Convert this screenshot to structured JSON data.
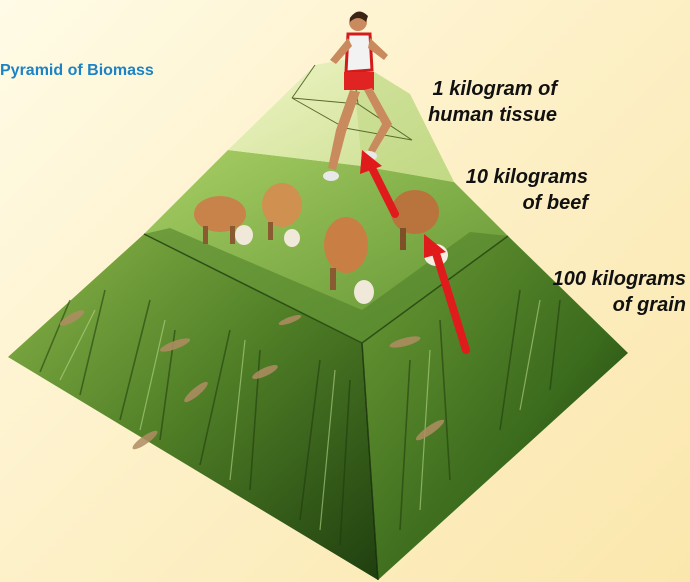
{
  "title": "Pyramid of Biomass",
  "levels": [
    {
      "line1": "1 kilogram of",
      "line2": "human tissue",
      "content": "human-runner"
    },
    {
      "line1": "10 kilograms",
      "line2": "of beef",
      "content": "cattle"
    },
    {
      "line1": "100 kilograms",
      "line2": "of grain",
      "content": "grain-field"
    }
  ],
  "colors": {
    "title": "#1b83c6",
    "arrow": "#e01b1b",
    "grass_dark": "#2f5d17",
    "grass_light": "#6e9d35",
    "top_level": "#d8e6a3",
    "cattle": "#c8834a"
  }
}
